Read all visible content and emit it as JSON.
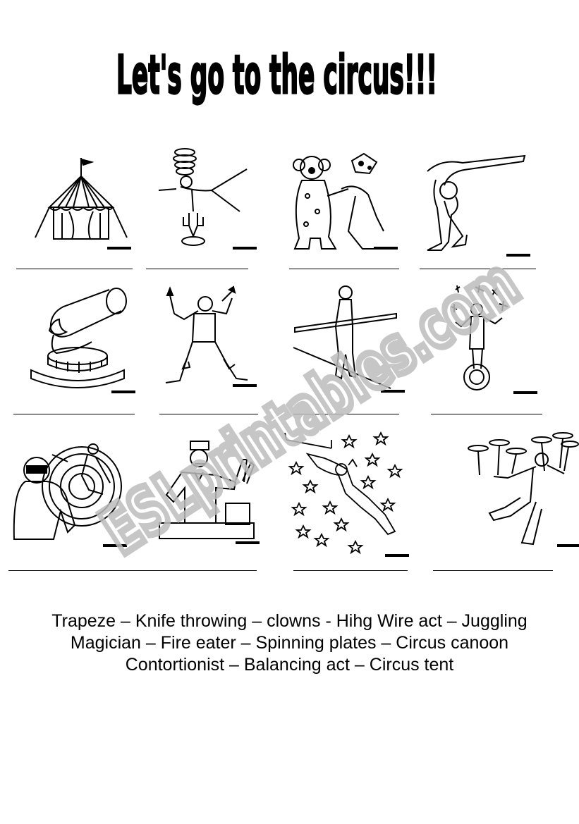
{
  "worksheet": {
    "title": "Let's go to the circus!!!",
    "word_bank": [
      "Trapeze – Knife throwing – clowns - Hihg Wire act – Juggling",
      "Magician – Fire eater – Spinning plates – Circus canoon",
      "Contortionist – Balancing act – Circus tent"
    ],
    "watermark_text": "ESLprintables.com",
    "pictures": [
      {
        "icon": "circus-tent-icon"
      },
      {
        "icon": "balancing-act-icon"
      },
      {
        "icon": "clowns-icon"
      },
      {
        "icon": "contortionist-icon"
      },
      {
        "icon": "circus-cannon-icon"
      },
      {
        "icon": "fire-eater-icon"
      },
      {
        "icon": "high-wire-act-icon"
      },
      {
        "icon": "juggling-icon"
      },
      {
        "icon": "knife-throwing-icon"
      },
      {
        "icon": "magician-icon"
      },
      {
        "icon": "trapeze-icon"
      },
      {
        "icon": "spinning-plates-icon"
      }
    ],
    "colors": {
      "ink": "#000000",
      "watermark": "#bdbdbd",
      "paper": "#ffffff"
    }
  }
}
